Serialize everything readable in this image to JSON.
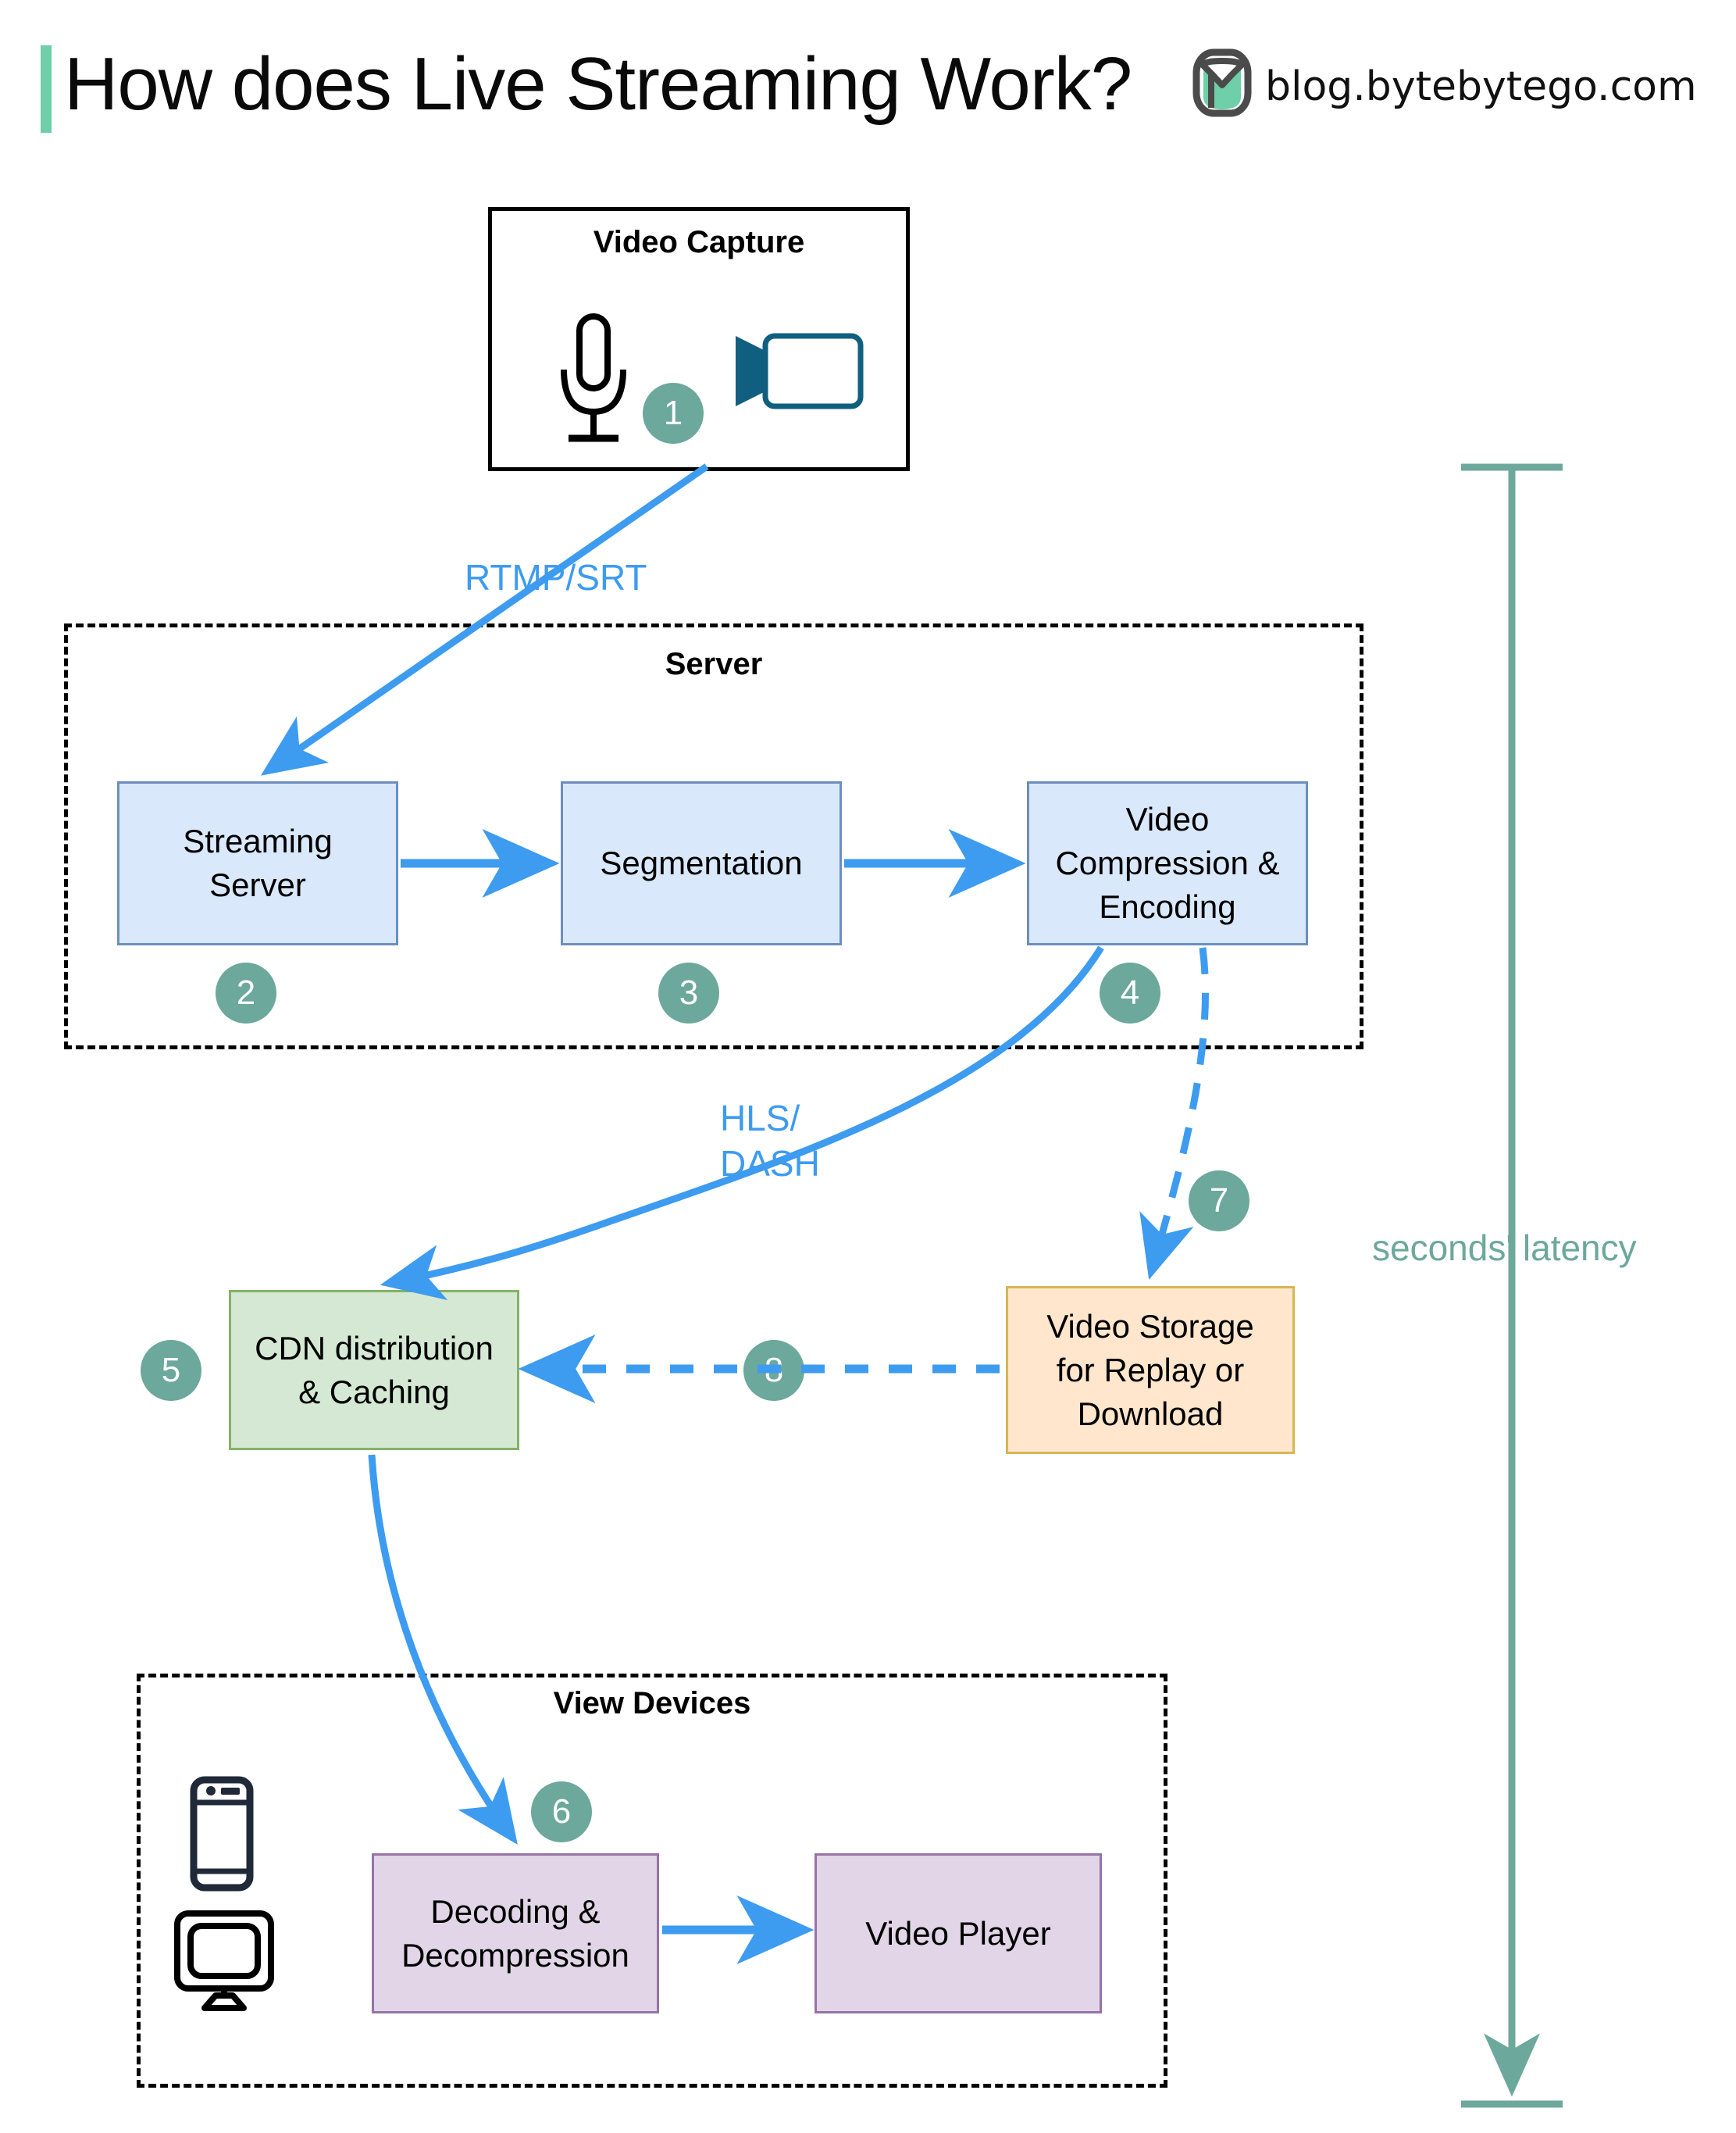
{
  "header": {
    "title": "How does Live Streaming Work?",
    "brand": "blog.bytebytego.com",
    "logo_name": "bytebytego-logo",
    "accent_color": "#6ecfa8"
  },
  "groups": {
    "capture": {
      "label": "Video Capture"
    },
    "server": {
      "label": "Server"
    },
    "devices": {
      "label": "View Devices"
    }
  },
  "nodes": {
    "streaming_server": {
      "label": "Streaming\nServer",
      "badge": "2",
      "fill": "#dae8fc",
      "stroke": "#6c8ebf"
    },
    "segmentation": {
      "label": "Segmentation",
      "badge": "3",
      "fill": "#dae8fc",
      "stroke": "#6c8ebf"
    },
    "compression": {
      "label": "Video\nCompression &\nEncoding",
      "badge": "4",
      "fill": "#dae8fc",
      "stroke": "#6c8ebf"
    },
    "cdn": {
      "label": "CDN distribution\n& Caching",
      "badge": "5",
      "fill": "#d5e8d4",
      "stroke": "#82b366"
    },
    "storage": {
      "label": "Video Storage\nfor Replay or\nDownload",
      "badge": "7",
      "fill": "#ffe6cc",
      "stroke": "#d6b656"
    },
    "decoding": {
      "label": "Decoding &\nDecompression",
      "badge": "6",
      "fill": "#e1d5e7",
      "stroke": "#9673a6"
    },
    "player": {
      "label": "Video Player",
      "badge": "",
      "fill": "#e1d5e7",
      "stroke": "#9673a6"
    }
  },
  "badges": {
    "capture": "1",
    "storage_to_cdn": "8"
  },
  "edge_labels": {
    "rtmp": "RTMP/SRT",
    "hls": "HLS/\nDASH"
  },
  "latency": {
    "label": "seconds' latency",
    "color": "#6ca89b"
  },
  "icons": {
    "microphone": "microphone-icon",
    "video_camera": "video-camera-icon",
    "phone": "smartphone-icon",
    "monitor": "monitor-icon"
  },
  "colors": {
    "arrow_blue": "#3d9bf0",
    "badge_green": "#6ca89b",
    "title_black": "#0a0a0a"
  }
}
